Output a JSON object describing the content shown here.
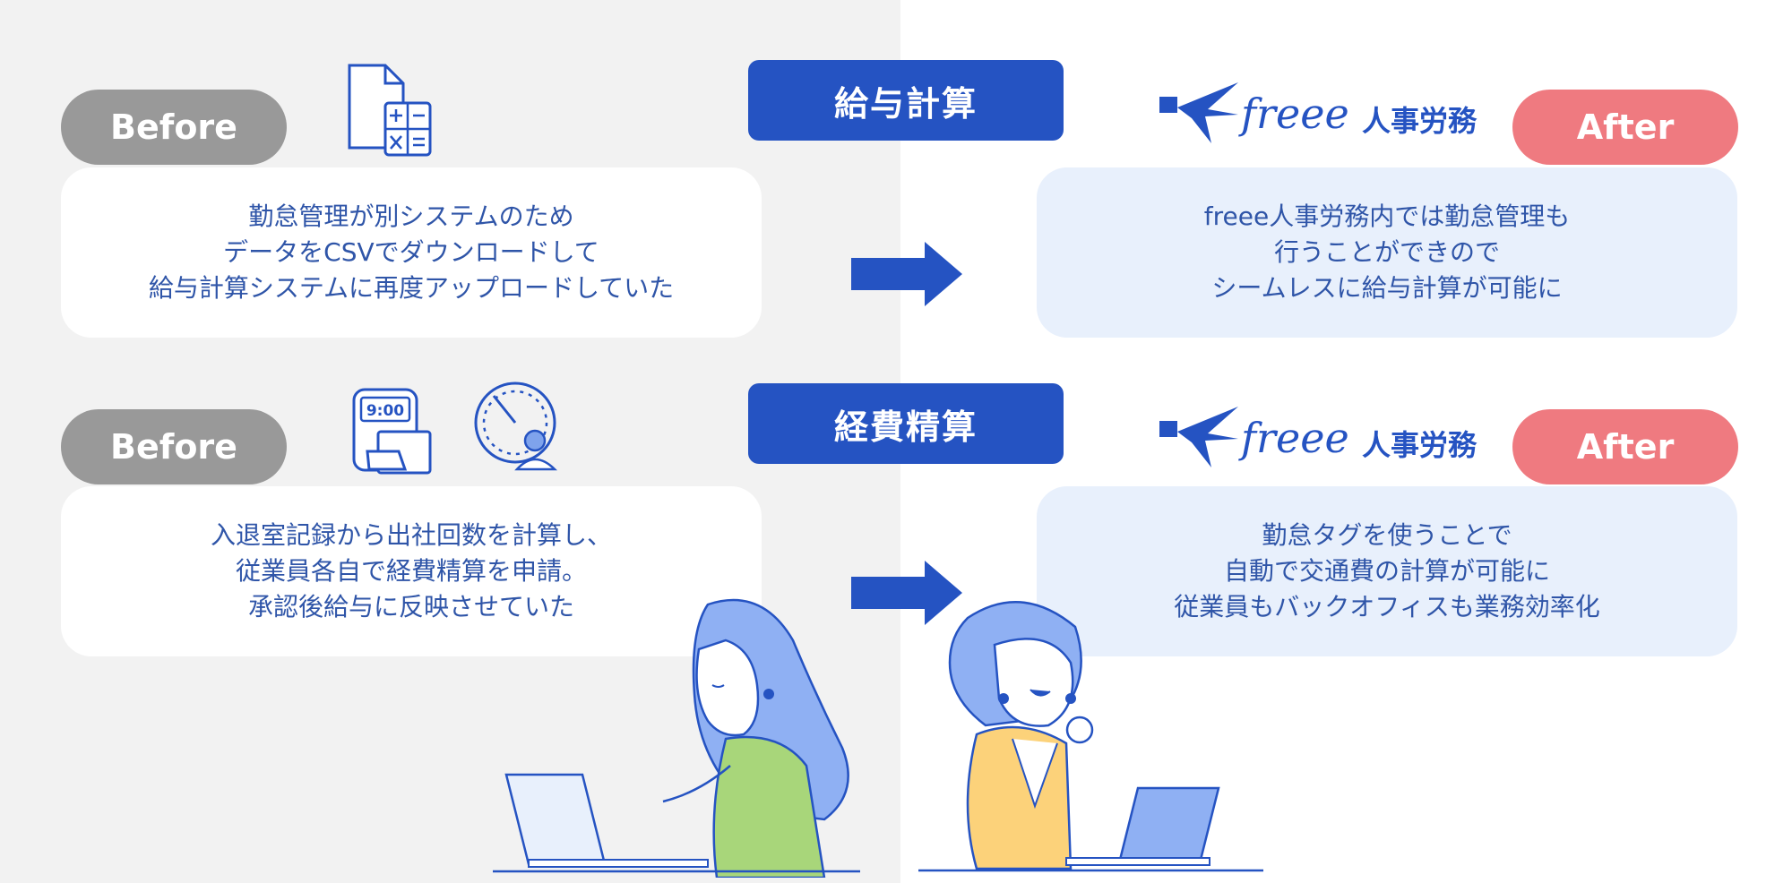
{
  "colors": {
    "left_background": "#f2f2f2",
    "before_pill": "#999999",
    "after_pill": "#ef7a80",
    "category_bg": "#2553c2",
    "after_card_bg": "#e8f0fc",
    "text_blue": "#2f55a8"
  },
  "rows": [
    {
      "category": "給与計算",
      "before_label": "Before",
      "after_label": "After",
      "before_icon": "spreadsheet-calculator-icon",
      "logo_brand": "freee",
      "logo_product": "人事労務",
      "before_lines": [
        "勤怠管理が別システムのため",
        "データをCSVでダウンロードして",
        "給与計算システムに再度アップロードしていた"
      ],
      "after_lines": [
        "freee人事労務内では勤怠管理も",
        "行うことができので",
        "シームレスに給与計算が可能に"
      ]
    },
    {
      "category": "経費精算",
      "before_label": "Before",
      "after_label": "After",
      "before_icon": "time-clock-icon",
      "clock_time": "9:00",
      "logo_brand": "freee",
      "logo_product": "人事労務",
      "before_lines": [
        "入退室記録から出社回数を計算し、",
        "従業員各自で経費精算を申請。",
        "承認後給与に反映させていた"
      ],
      "after_lines": [
        "勤怠タグを使うことで",
        "自動で交通費の計算が可能に",
        "従業員もバックオフィスも業務効率化"
      ]
    }
  ]
}
